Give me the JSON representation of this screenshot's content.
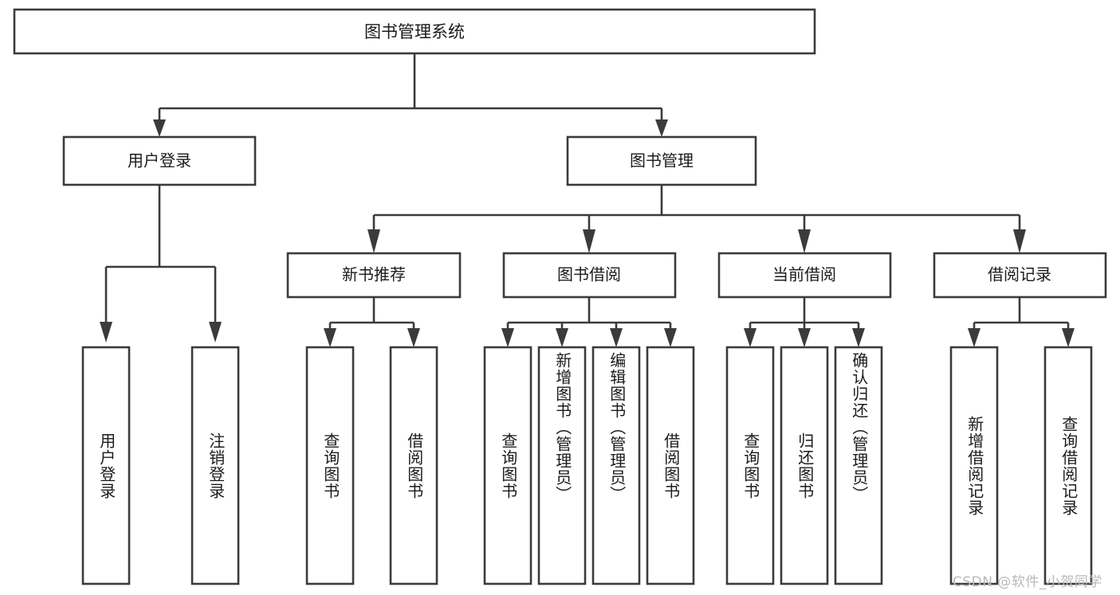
{
  "diagram": {
    "title": "图书管理系统",
    "type": "tree-hierarchy-chart",
    "colors": {
      "box_stroke": "#3b3b3b",
      "box_fill": "#ffffff",
      "text": "#1b1b1b",
      "canvas": "#ffffff",
      "watermark": "#b9b9b9"
    },
    "nodes": {
      "root": {
        "label": "图书管理系统"
      },
      "level1": [
        {
          "id": "user-login",
          "label": "用户登录"
        },
        {
          "id": "book-manage",
          "label": "图书管理"
        }
      ],
      "level2": [
        {
          "id": "new-book-recommend",
          "label": "新书推荐"
        },
        {
          "id": "book-borrow",
          "label": "图书借阅"
        },
        {
          "id": "current-borrow",
          "label": "当前借阅"
        },
        {
          "id": "borrow-record",
          "label": "借阅记录"
        }
      ],
      "leaves": {
        "user-login": [
          {
            "id": "leaf-user-login",
            "label": "用户登录"
          },
          {
            "id": "leaf-logout-login",
            "label": "注销登录"
          }
        ],
        "new-book-recommend": [
          {
            "id": "leaf-query-book-1",
            "label": "查询图书"
          },
          {
            "id": "leaf-borrow-book-1",
            "label": "借阅图书"
          }
        ],
        "book-borrow": [
          {
            "id": "leaf-query-book-2",
            "label": "查询图书"
          },
          {
            "id": "leaf-add-book",
            "label": "新增图书（管理员）"
          },
          {
            "id": "leaf-edit-book",
            "label": "编辑图书（管理员）"
          },
          {
            "id": "leaf-borrow-book-2",
            "label": "借阅图书"
          }
        ],
        "current-borrow": [
          {
            "id": "leaf-query-book-3",
            "label": "查询图书"
          },
          {
            "id": "leaf-return-book",
            "label": "归还图书"
          },
          {
            "id": "leaf-confirm-return",
            "label": "确认归还（管理员）"
          }
        ],
        "borrow-record": [
          {
            "id": "leaf-add-record",
            "label": "新增借阅记录"
          },
          {
            "id": "leaf-query-record",
            "label": "查询借阅记录"
          }
        ]
      }
    },
    "watermark": "CSDN @软件_小贺同学"
  }
}
